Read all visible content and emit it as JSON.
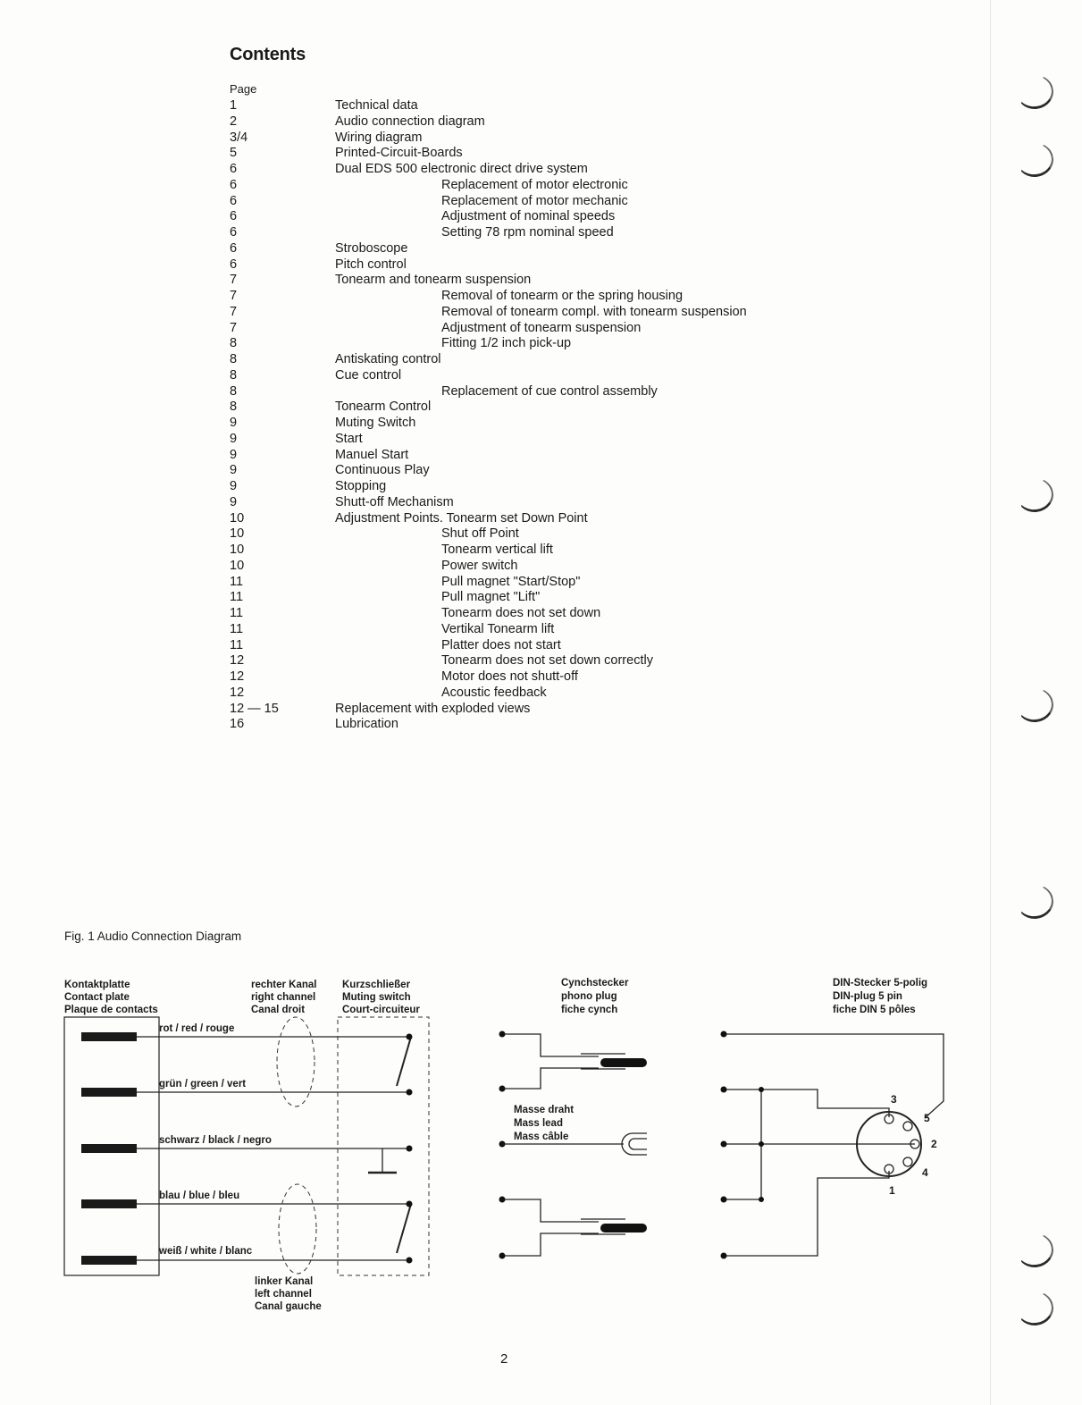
{
  "contents": {
    "title": "Contents",
    "page_header": "Page",
    "entries": [
      {
        "page": "1",
        "title": "Technical data",
        "sub": false
      },
      {
        "page": "2",
        "title": "Audio connection diagram",
        "sub": false
      },
      {
        "page": "3/4",
        "title": "Wiring diagram",
        "sub": false
      },
      {
        "page": "5",
        "title": "Printed-Circuit-Boards",
        "sub": false
      },
      {
        "page": "6",
        "title": "Dual EDS 500 electronic direct drive system",
        "sub": false
      },
      {
        "page": "6",
        "title": "Replacement of motor electronic",
        "sub": true
      },
      {
        "page": "6",
        "title": "Replacement of motor mechanic",
        "sub": true
      },
      {
        "page": "6",
        "title": "Adjustment of nominal speeds",
        "sub": true
      },
      {
        "page": "6",
        "title": "Setting 78 rpm nominal speed",
        "sub": true
      },
      {
        "page": "6",
        "title": "Stroboscope",
        "sub": false
      },
      {
        "page": "6",
        "title": "Pitch control",
        "sub": false
      },
      {
        "page": "7",
        "title": "Tonearm and tonearm suspension",
        "sub": false
      },
      {
        "page": "7",
        "title": "Removal of tonearm or the spring housing",
        "sub": true
      },
      {
        "page": "7",
        "title": "Removal of tonearm compl. with tonearm suspension",
        "sub": true
      },
      {
        "page": "7",
        "title": "Adjustment of tonearm suspension",
        "sub": true
      },
      {
        "page": "8",
        "title": "Fitting 1/2 inch pick-up",
        "sub": true
      },
      {
        "page": "8",
        "title": "Antiskating control",
        "sub": false
      },
      {
        "page": "8",
        "title": "Cue control",
        "sub": false
      },
      {
        "page": "8",
        "title": "Replacement of cue control assembly",
        "sub": true
      },
      {
        "page": "8",
        "title": "Tonearm Control",
        "sub": false
      },
      {
        "page": "9",
        "title": "Muting Switch",
        "sub": false
      },
      {
        "page": "9",
        "title": "Start",
        "sub": false
      },
      {
        "page": "9",
        "title": "Manuel Start",
        "sub": false
      },
      {
        "page": "9",
        "title": "Continuous Play",
        "sub": false
      },
      {
        "page": "9",
        "title": "Stopping",
        "sub": false
      },
      {
        "page": "9",
        "title": "Shutt-off Mechanism",
        "sub": false
      },
      {
        "page": "10",
        "title": "Adjustment Points. Tonearm set Down Point",
        "sub": false
      },
      {
        "page": "10",
        "title": "Shut off Point",
        "sub": true
      },
      {
        "page": "10",
        "title": "Tonearm vertical lift",
        "sub": true
      },
      {
        "page": "10",
        "title": "Power switch",
        "sub": true
      },
      {
        "page": "11",
        "title": "Pull magnet \"Start/Stop\"",
        "sub": true
      },
      {
        "page": "11",
        "title": "Pull magnet \"Lift\"",
        "sub": true
      },
      {
        "page": "11",
        "title": "Tonearm does not set down",
        "sub": true
      },
      {
        "page": "11",
        "title": "Vertikal Tonearm lift",
        "sub": true
      },
      {
        "page": "11",
        "title": "Platter does not start",
        "sub": true
      },
      {
        "page": "12",
        "title": "Tonearm does not set down correctly",
        "sub": true
      },
      {
        "page": "12",
        "title": "Motor does not shutt-off",
        "sub": true
      },
      {
        "page": "12",
        "title": "Acoustic feedback",
        "sub": true
      },
      {
        "page": "12 — 15",
        "title": "Replacement with exploded views",
        "sub": false
      },
      {
        "page": "16",
        "title": "Lubrication",
        "sub": false
      }
    ]
  },
  "figure": {
    "caption": "Fig. 1  Audio Connection Diagram",
    "contact_plate": [
      "Kontaktplatte",
      "Contact plate",
      "Plaque de contacts"
    ],
    "right_channel": [
      "rechter Kanal",
      "right channel",
      "Canal droit"
    ],
    "muting_switch": [
      "Kurzschließer",
      "Muting switch",
      "Court-circuiteur"
    ],
    "left_channel": [
      "linker Kanal",
      "left channel",
      "Canal gauche"
    ],
    "wire_labels": [
      "rot / red / rouge",
      "grün / green / vert",
      "schwarz / black / negro",
      "blau / blue / bleu",
      "weiß / white / blanc"
    ],
    "cynch_plug": [
      "Cynchstecker",
      "phono plug",
      "fiche cynch"
    ],
    "mass_lead": [
      "Masse draht",
      "Mass lead",
      "Mass câble"
    ],
    "din_plug": [
      "DIN-Stecker 5-polig",
      "DIN-plug 5 pin",
      "fiche DIN 5 pôles"
    ],
    "din_pins": [
      "3",
      "5",
      "2",
      "4",
      "1"
    ]
  },
  "page_number": "2"
}
